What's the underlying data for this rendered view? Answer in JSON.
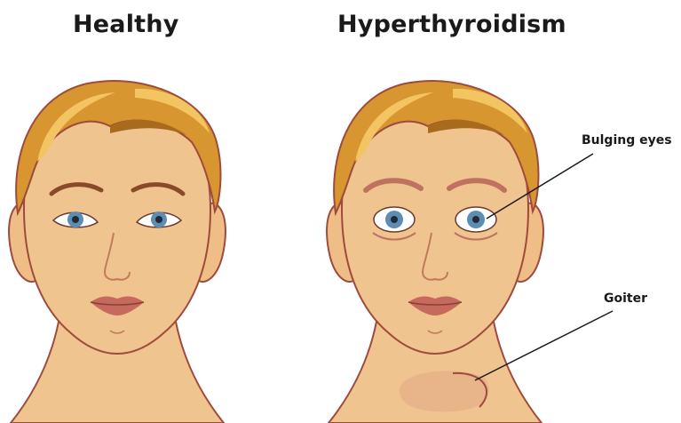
{
  "panels": [
    {
      "title": "Healthy"
    },
    {
      "title": "Hyperthyroidism"
    }
  ],
  "callouts": {
    "eyes": "Bulging eyes",
    "goiter": "Goiter"
  },
  "colors": {
    "skin": "#f0c48e",
    "outline": "#9e4a3c",
    "hair_base": "#d7962f",
    "hair_dark": "#a86a1c",
    "hair_light": "#f3c462",
    "lips": "#c56a5c",
    "iris": "#5d8db3",
    "goiter": "#e6b18a"
  }
}
